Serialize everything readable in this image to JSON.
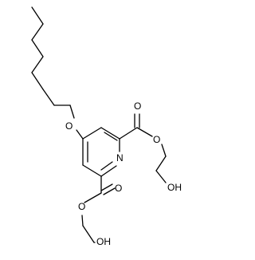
{
  "molecule": {
    "background_color": "#ffffff",
    "bond_color": "#000000",
    "label_color": "#000000",
    "atoms": {
      "ether_oxygen": "O",
      "ring_nitrogen": "N",
      "ester_upper_carbonyl_oxygen": "O",
      "ester_upper_ether_oxygen": "O",
      "ester_upper_hydroxyl": "OH",
      "ester_lower_carbonyl_oxygen": "O",
      "ester_lower_ether_oxygen": "O",
      "ester_lower_hydroxyl": "OH"
    }
  }
}
